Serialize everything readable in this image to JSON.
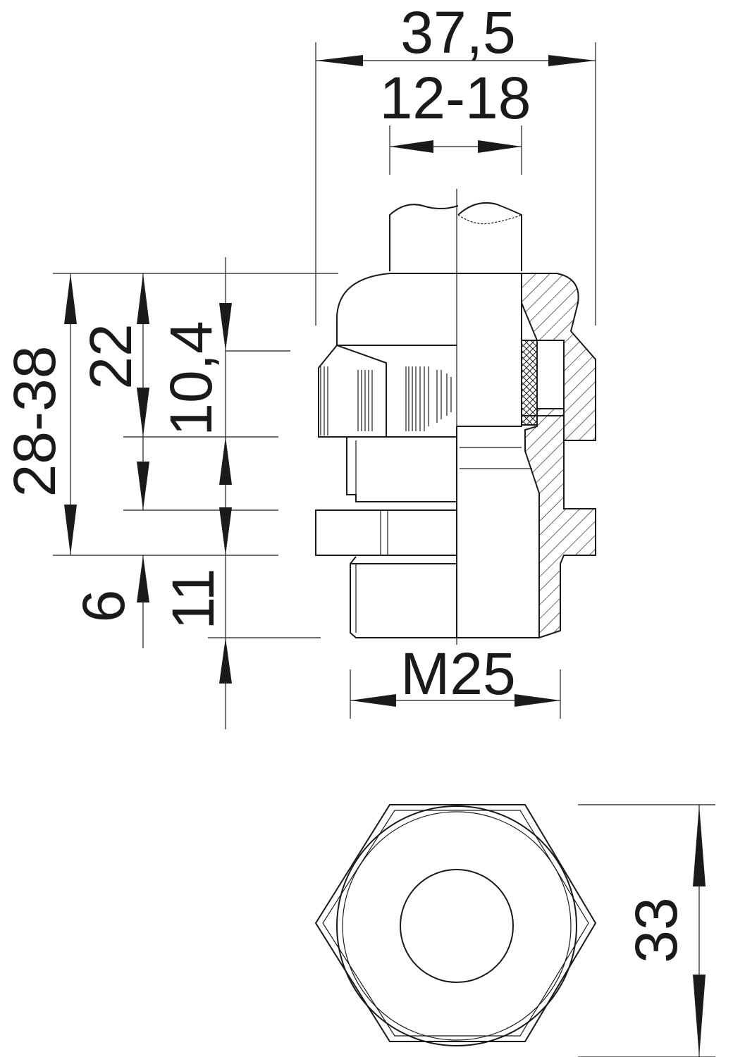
{
  "dimensions": {
    "overall_width": "37,5",
    "cable_range": "12-18",
    "total_height_range": "28-38",
    "body_height": "22",
    "cap_height": "10,4",
    "thread_length_outer": "6",
    "thread_length": "11",
    "thread_size": "M25",
    "across_flats": "33"
  },
  "colors": {
    "line": "#1a1a1a",
    "background": "#ffffff"
  }
}
